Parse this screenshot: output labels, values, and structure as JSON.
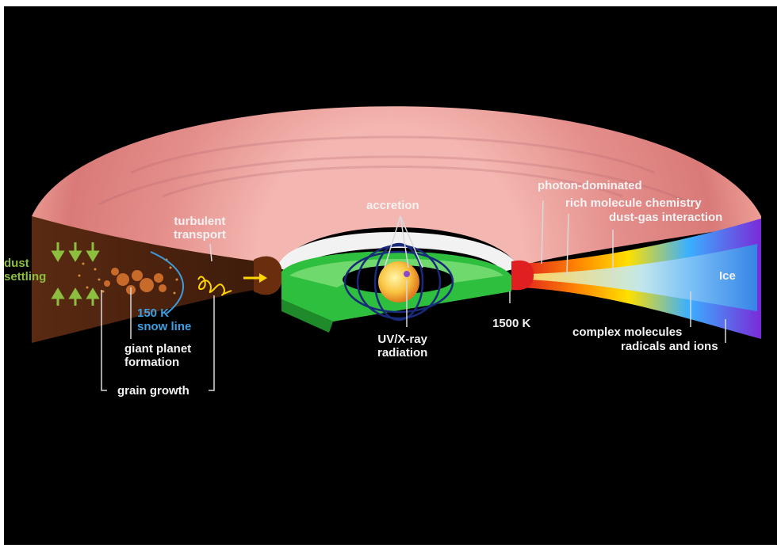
{
  "labels": {
    "dust_settling": [
      "dust",
      "settling"
    ],
    "turbulent_transport": [
      "turbulent",
      "transport"
    ],
    "snow_line": [
      "150 K",
      "snow line"
    ],
    "giant_planet_formation": [
      "giant planet",
      "formation"
    ],
    "grain_growth": "grain growth",
    "accretion": "accretion",
    "uv_xray_radiation": [
      "UV/X-ray",
      "radiation"
    ],
    "temp_1500k": "1500 K",
    "photon_dominated": "photon-dominated",
    "rich_molecule_chemistry": "rich molecule chemistry",
    "dust_gas_interaction": "dust-gas interaction",
    "ice": "Ice",
    "complex_molecules": "complex molecules",
    "radicals_and_ions": "radicals and ions"
  },
  "colors": {
    "background": "#000000",
    "disk_surface": "#e8908f",
    "disk_interior": "#4a2410",
    "inner_disk_green": "#2fbf3f",
    "star": "#f5b43a",
    "snow_line_curve": "#3d9ee0",
    "transport_arrow": "#ffd700",
    "settling_arrows": "#8cbf3f"
  }
}
